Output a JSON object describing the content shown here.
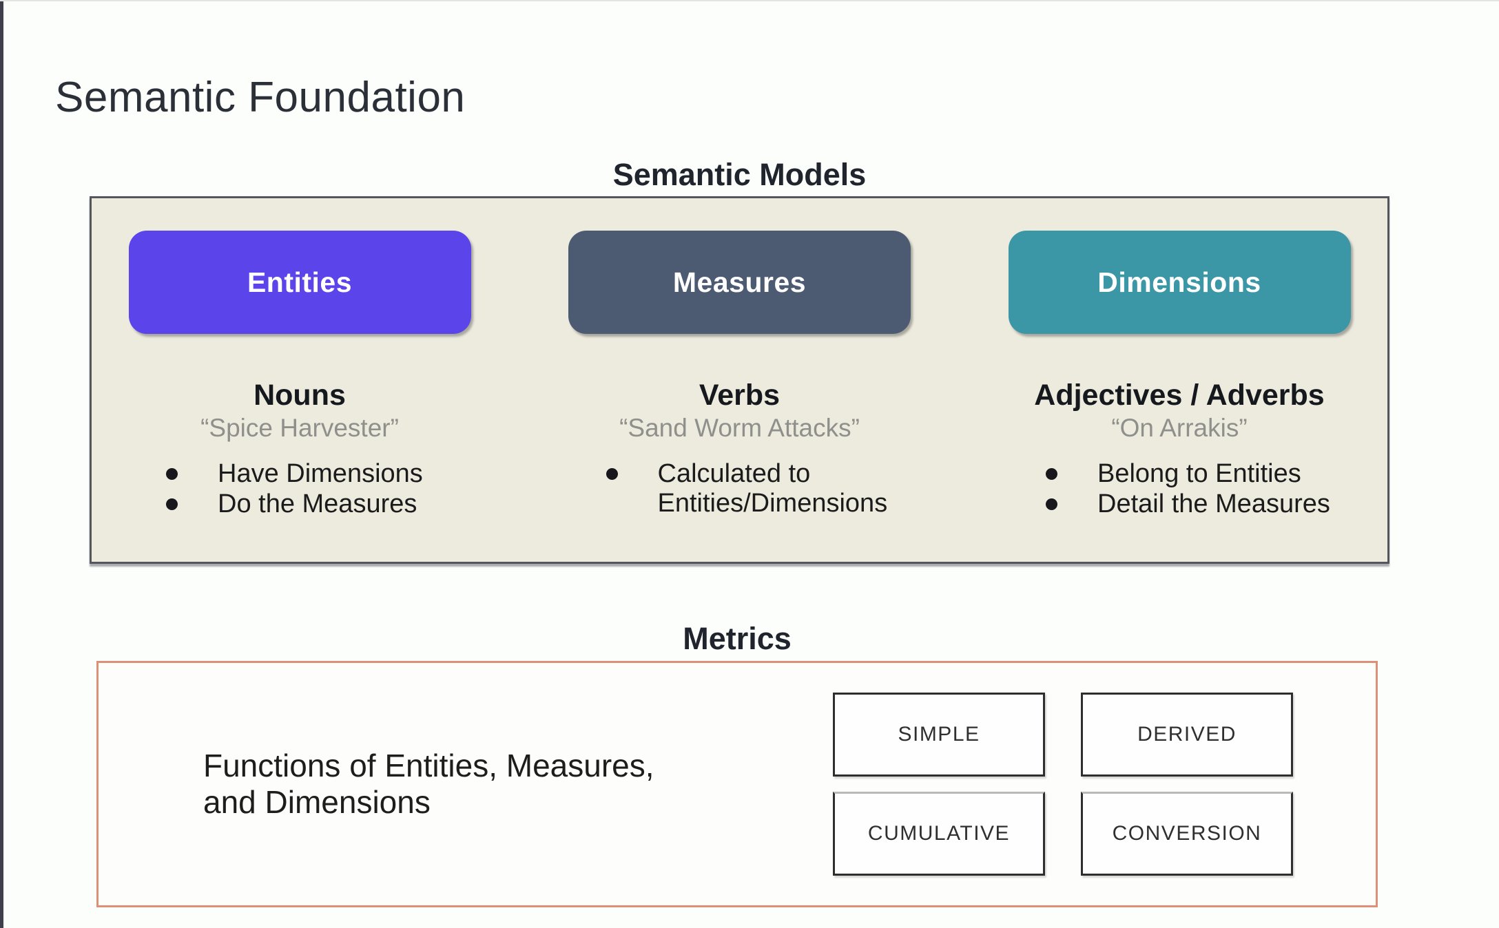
{
  "page": {
    "title": "Semantic Foundation"
  },
  "semantic_models": {
    "heading": "Semantic Models",
    "panel_background": "#edebde",
    "columns": [
      {
        "button": "Entities",
        "button_color": "#5b44ea",
        "word_type": "Nouns",
        "example": "“Spice Harvester”",
        "bullets": [
          "Have Dimensions",
          "Do the Measures"
        ]
      },
      {
        "button": "Measures",
        "button_color": "#4d5b72",
        "word_type": "Verbs",
        "example": "“Sand Worm Attacks”",
        "bullets": [
          "Calculated to Entities/Dimensions"
        ]
      },
      {
        "button": "Dimensions",
        "button_color": "#3b96a6",
        "word_type": "Adjectives / Adverbs",
        "example": "“On Arrakis”",
        "bullets": [
          "Belong to Entities",
          "Detail the Measures"
        ]
      }
    ]
  },
  "metrics": {
    "heading": "Metrics",
    "border_color": "#dd8f78",
    "description": "Functions of Entities, Measures,\nand Dimensions",
    "types": [
      "SIMPLE",
      "DERIVED",
      "CUMULATIVE",
      "CONVERSION"
    ]
  }
}
